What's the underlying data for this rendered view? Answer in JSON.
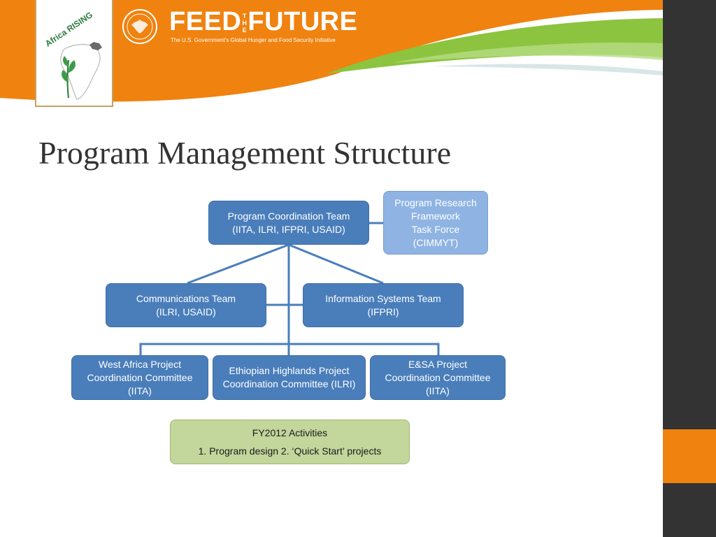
{
  "header": {
    "logo_text": "Africa RISING",
    "brand_feed": "FEED",
    "brand_the_top": "T",
    "brand_the_mid": "H",
    "brand_the_bot": "E",
    "brand_future": "FUTURE",
    "brand_tagline": "The U.S. Government's Global Hunger and Food Security Initiative"
  },
  "slide": {
    "title": "Program Management Structure"
  },
  "org": {
    "pct": [
      "Program Coordination Team",
      "(IITA, ILRI, IFPRI, USAID)"
    ],
    "prftf": [
      "Program Research",
      "Framework",
      "Task Force",
      "(CIMMYT)"
    ],
    "comm": [
      "Communications Team",
      "(ILRI, USAID)"
    ],
    "info": [
      "Information Systems Team",
      "(IFPRI)"
    ],
    "west": [
      "West Africa Project",
      "Coordination Committee",
      "(IITA)"
    ],
    "eth": [
      "Ethiopian Highlands Project",
      "Coordination Committee (ILRI)"
    ],
    "esa": [
      "E&SA Project",
      "Coordination Committee",
      "(IITA)"
    ],
    "fy": [
      "FY2012 Activities",
      "1. Program design   2. ‘Quick Start’ projects"
    ]
  },
  "colors": {
    "orange": "#f0820f",
    "dark_box": "#4a7ebb",
    "light_box": "#8fb4e3",
    "green_box": "#c3d69b",
    "sidebar": "#333333"
  }
}
